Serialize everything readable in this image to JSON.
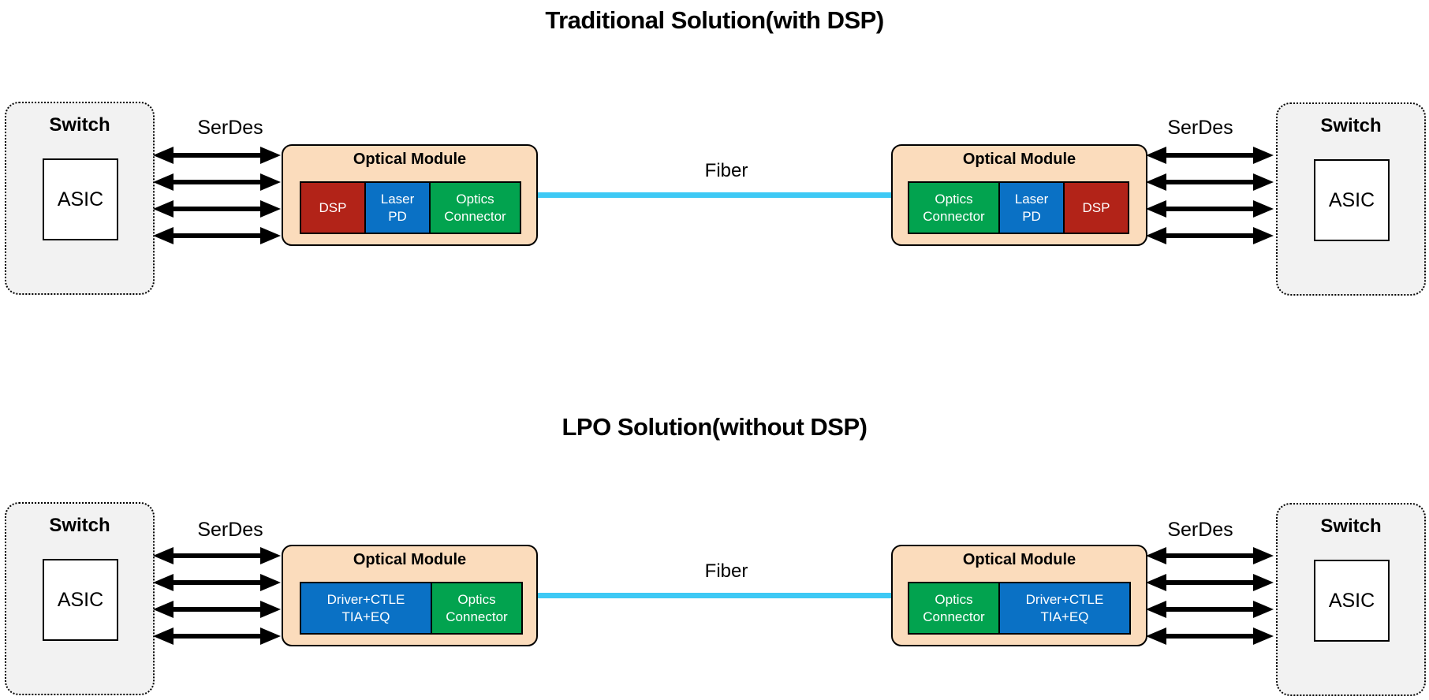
{
  "colors": {
    "module_fill": "#FBDCBC",
    "switch_fill": "#F2F2F2",
    "dsp_red": "#B22318",
    "laser_blue": "#0A71C5",
    "optics_green": "#02A34F",
    "fiber_cyan": "#3EC9F5",
    "arrow_black": "#000000"
  },
  "sections": [
    {
      "title": "Traditional Solution(with DSP)",
      "left_switch": {
        "label": "Switch",
        "asic_label": "ASIC"
      },
      "right_switch": {
        "label": "Switch",
        "asic_label": "ASIC"
      },
      "left_serdes_label": "SerDes",
      "right_serdes_label": "SerDes",
      "fiber_label": "Fiber",
      "left_module": {
        "title": "Optical Module",
        "cells": [
          {
            "line1": "DSP",
            "line2": "",
            "color": "dsp_red"
          },
          {
            "line1": "Laser",
            "line2": "PD",
            "color": "laser_blue"
          },
          {
            "line1": "Optics",
            "line2": "Connector",
            "color": "optics_green"
          }
        ]
      },
      "right_module": {
        "title": "Optical Module",
        "cells": [
          {
            "line1": "Optics",
            "line2": "Connector",
            "color": "optics_green"
          },
          {
            "line1": "Laser",
            "line2": "PD",
            "color": "laser_blue"
          },
          {
            "line1": "DSP",
            "line2": "",
            "color": "dsp_red"
          }
        ]
      }
    },
    {
      "title": "LPO Solution(without DSP)",
      "left_switch": {
        "label": "Switch",
        "asic_label": "ASIC"
      },
      "right_switch": {
        "label": "Switch",
        "asic_label": "ASIC"
      },
      "left_serdes_label": "SerDes",
      "right_serdes_label": "SerDes",
      "fiber_label": "Fiber",
      "left_module": {
        "title": "Optical Module",
        "cells": [
          {
            "line1": "Driver+CTLE",
            "line2": "TIA+EQ",
            "color": "laser_blue"
          },
          {
            "line1": "Optics",
            "line2": "Connector",
            "color": "optics_green"
          }
        ]
      },
      "right_module": {
        "title": "Optical Module",
        "cells": [
          {
            "line1": "Optics",
            "line2": "Connector",
            "color": "optics_green"
          },
          {
            "line1": "Driver+CTLE",
            "line2": "TIA+EQ",
            "color": "laser_blue"
          }
        ]
      }
    }
  ]
}
